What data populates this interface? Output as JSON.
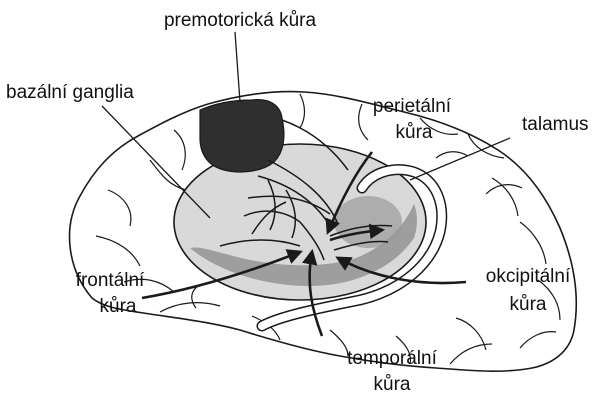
{
  "labels": {
    "premotor": "premotorická kůra",
    "basal_ganglia": "bazální ganglia",
    "parietal_1": "perietální",
    "parietal_2": "kůra",
    "thalamus": "talamus",
    "frontal_1": "frontální",
    "frontal_2": "kůra",
    "occipital_1": "okcipitální",
    "occipital_2": "kůra",
    "temporal_1": "temporální",
    "temporal_2": "kůra"
  },
  "colors": {
    "line": "#1a1a1a",
    "basal_ganglia_fill": "#d9d9d9",
    "shadow": "#8a8a8a",
    "premotor_fill": "#2f2f2f",
    "background": "#ffffff"
  }
}
